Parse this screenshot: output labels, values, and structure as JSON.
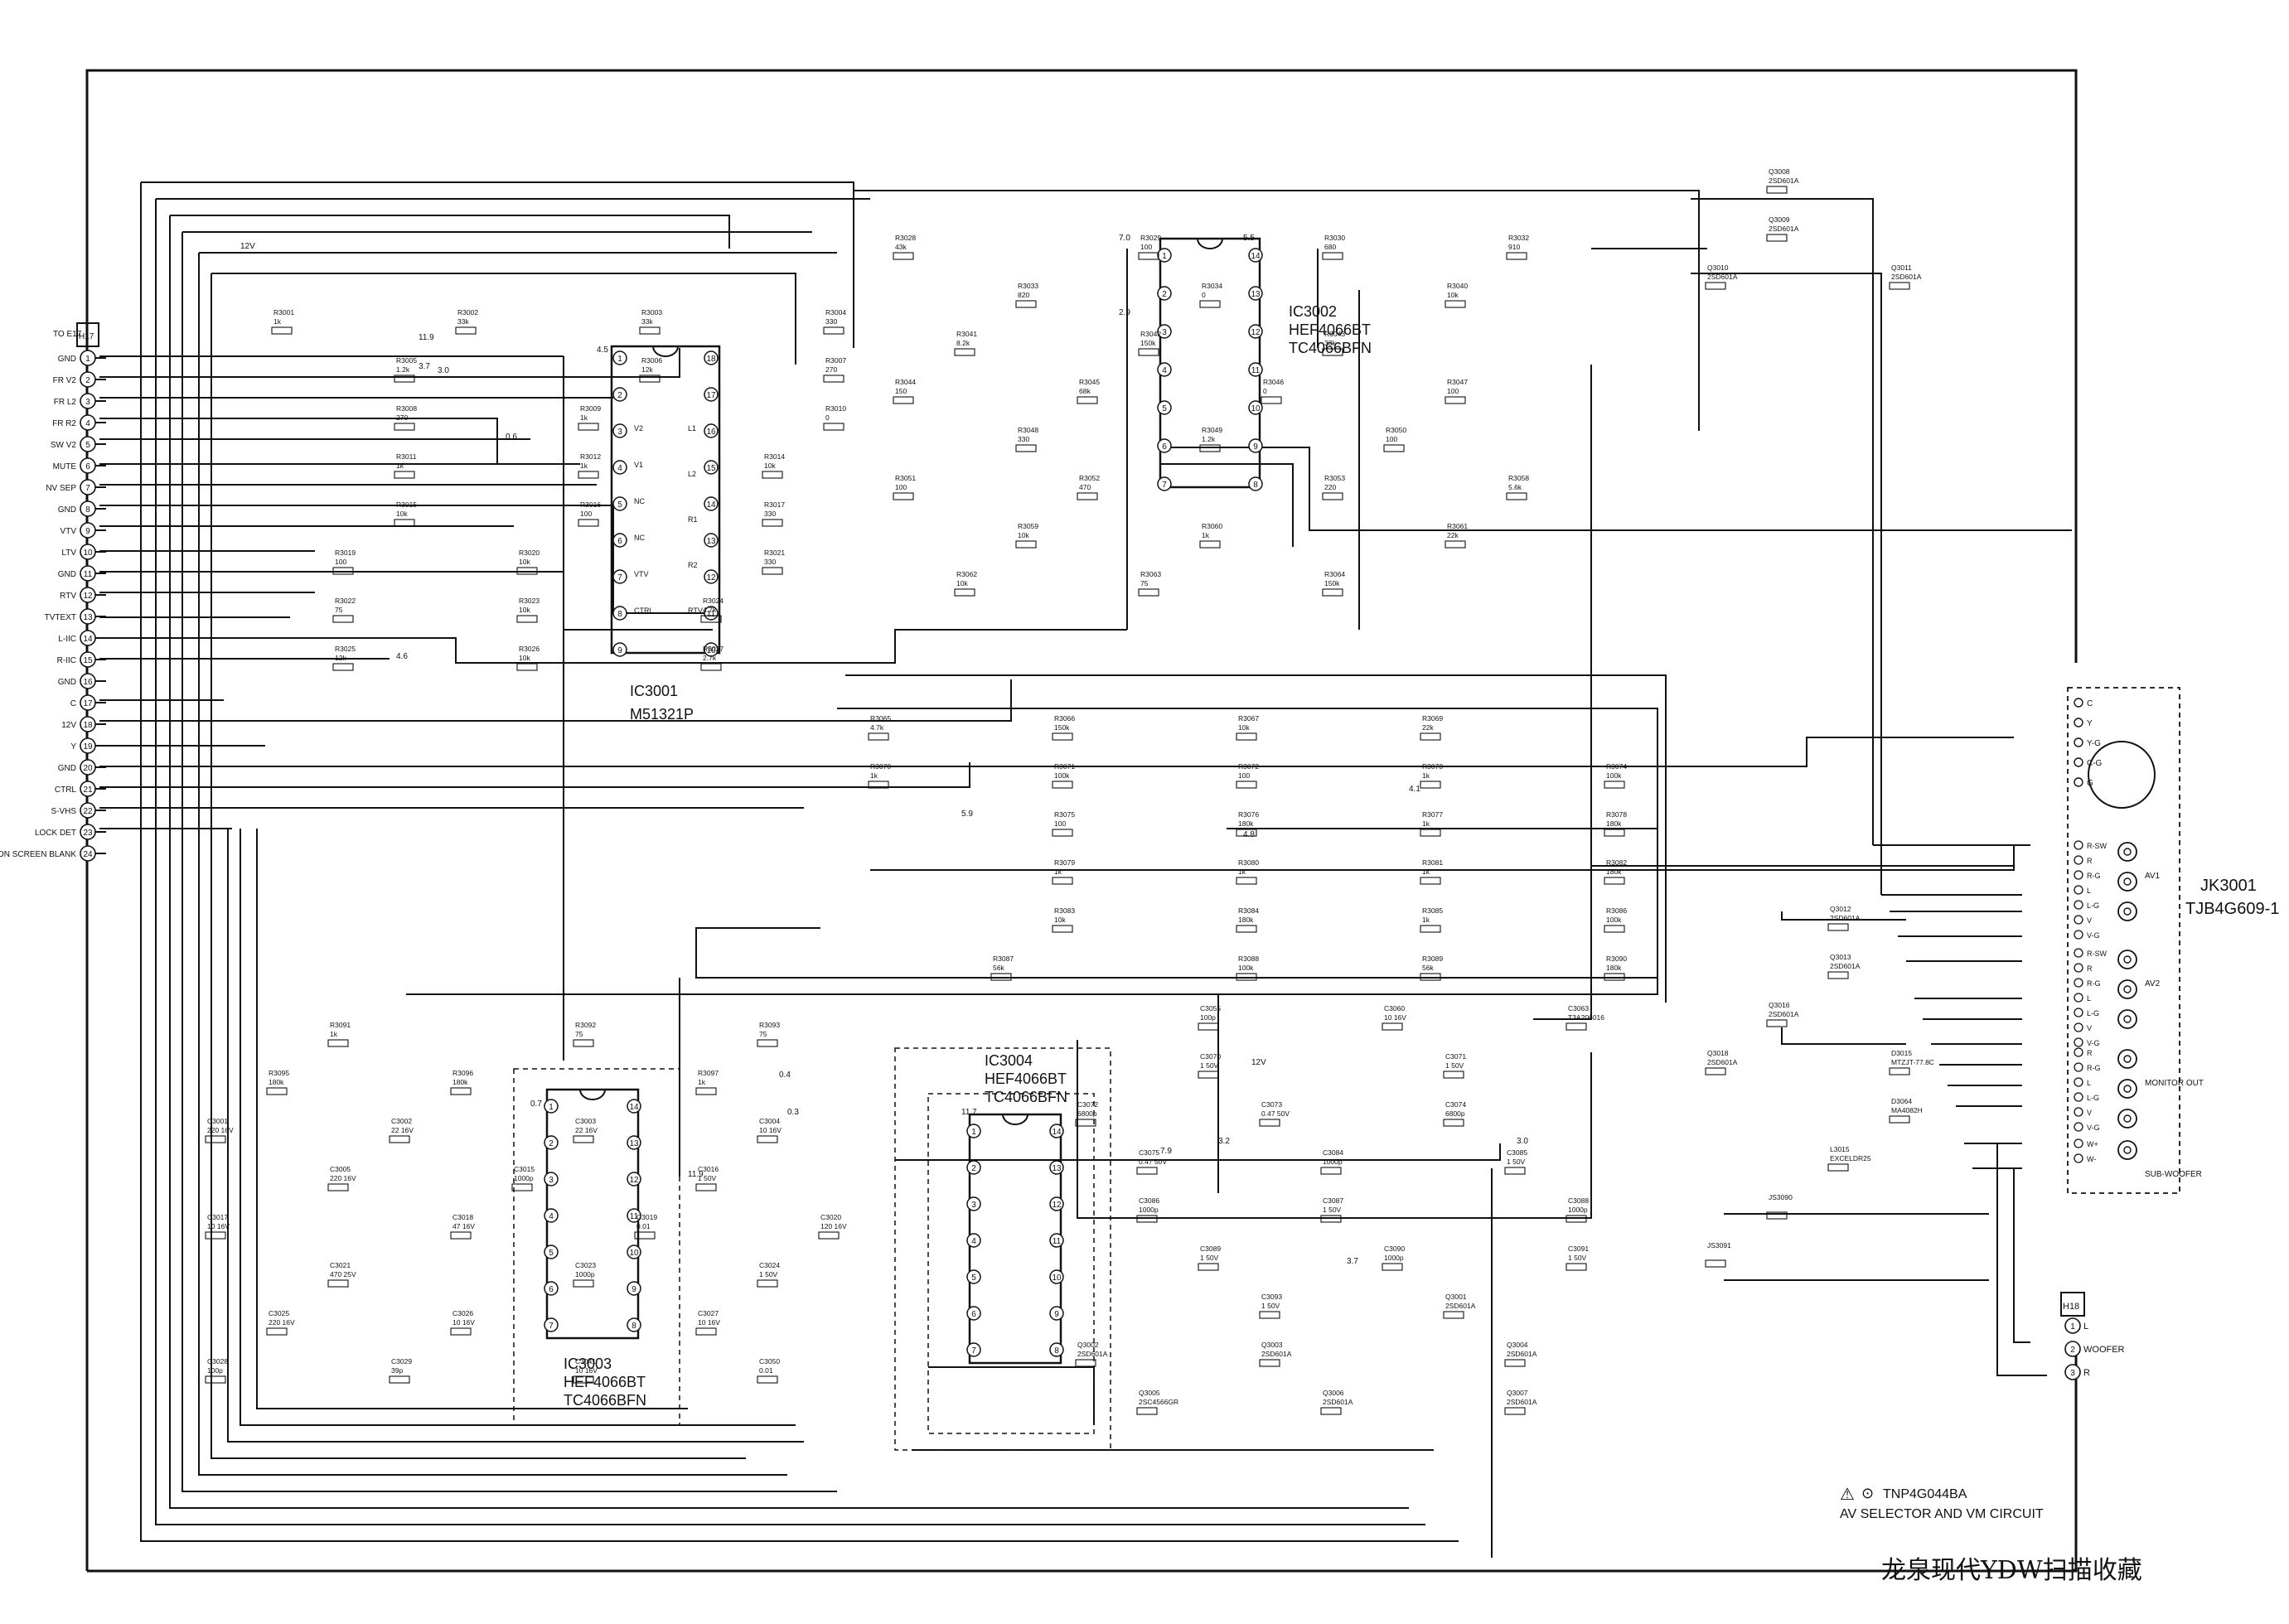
{
  "figure": {
    "title": "AV SELECTOR AND VM CIRCUIT",
    "board": "TNP4G044BA",
    "watermark": "龙泉现代YDW扫描收藏"
  },
  "connectors": {
    "h17": {
      "ref": "H17",
      "to": "TO E17",
      "pins": [
        {
          "n": "1",
          "label": "GND"
        },
        {
          "n": "2",
          "label": "FR V2"
        },
        {
          "n": "3",
          "label": "FR L2"
        },
        {
          "n": "4",
          "label": "FR R2"
        },
        {
          "n": "5",
          "label": "SW V2"
        },
        {
          "n": "6",
          "label": "MUTE"
        },
        {
          "n": "7",
          "label": "NV SEP"
        },
        {
          "n": "8",
          "label": "GND"
        },
        {
          "n": "9",
          "label": "VTV"
        },
        {
          "n": "10",
          "label": "LTV"
        },
        {
          "n": "11",
          "label": "GND"
        },
        {
          "n": "12",
          "label": "RTV"
        },
        {
          "n": "13",
          "label": "TVTEXT"
        },
        {
          "n": "14",
          "label": "L-IIC"
        },
        {
          "n": "15",
          "label": "R-IIC"
        },
        {
          "n": "16",
          "label": "GND"
        },
        {
          "n": "17",
          "label": "C"
        },
        {
          "n": "18",
          "label": "12V"
        },
        {
          "n": "19",
          "label": "Y"
        },
        {
          "n": "20",
          "label": "GND"
        },
        {
          "n": "21",
          "label": "CTRL"
        },
        {
          "n": "22",
          "label": "S-VHS"
        },
        {
          "n": "23",
          "label": "LOCK DET"
        },
        {
          "n": "24",
          "label": "ON SCREEN BLANK"
        }
      ]
    },
    "h18": {
      "ref": "H18",
      "pins": [
        {
          "n": "1",
          "label": "L"
        },
        {
          "n": "2",
          "label": "WOOFER"
        },
        {
          "n": "3",
          "label": "R"
        }
      ]
    },
    "jk3001": {
      "ref": "JK3001",
      "part": "TJB4G609-1",
      "sections": [
        {
          "name": "AV1",
          "pins": [
            "R-SW",
            "R",
            "R-G",
            "L",
            "L-G",
            "V",
            "V-G"
          ]
        },
        {
          "name": "AV2",
          "pins": [
            "R-SW",
            "R",
            "R-G",
            "L",
            "L-G",
            "V",
            "V-G"
          ]
        },
        {
          "name": "MONITOR OUT",
          "pins": [
            "R",
            "R-G",
            "L",
            "L-G",
            "V",
            "V-G"
          ]
        },
        {
          "name": "SUB-WOOFER",
          "pins": [
            "W+",
            "W-"
          ]
        }
      ],
      "svideo_pins": [
        "C",
        "Y",
        "Y-G",
        "C-G",
        "G"
      ]
    }
  },
  "ics": [
    {
      "ref": "IC3001",
      "part": "M51321P",
      "pins_left": [
        "1",
        "2",
        "3",
        "4",
        "5",
        "6",
        "7",
        "8",
        "9"
      ],
      "pins_right": [
        "18",
        "17",
        "16",
        "15",
        "14",
        "13",
        "12",
        "11",
        "10"
      ],
      "pin_labels": [
        "V2",
        "V1",
        "NC",
        "NC",
        "VTV",
        "CTRL",
        "L1",
        "L2",
        "R1",
        "R2",
        "RTV"
      ]
    },
    {
      "ref": "IC3002",
      "part": "HEF4066BT",
      "alt": "TC4066BFN",
      "pins_left": [
        "1",
        "2",
        "3",
        "4",
        "5",
        "6",
        "7"
      ],
      "pins_right": [
        "14",
        "13",
        "12",
        "11",
        "10",
        "9",
        "8"
      ]
    },
    {
      "ref": "IC3003",
      "part": "HEF4066BT",
      "alt": "TC4066BFN",
      "pins_left": [
        "1",
        "2",
        "3",
        "4",
        "5",
        "6",
        "7"
      ],
      "pins_right": [
        "14",
        "13",
        "12",
        "11",
        "10",
        "9",
        "8"
      ]
    },
    {
      "ref": "IC3004",
      "part": "HEF4066BT",
      "alt": "TC4066BFN",
      "pins_left": [
        "1",
        "2",
        "3",
        "4",
        "5",
        "6",
        "7"
      ],
      "pins_right": [
        "14",
        "13",
        "12",
        "11",
        "10",
        "9",
        "8"
      ]
    }
  ],
  "transistors": [
    {
      "ref": "Q3001",
      "part": "2SD601A"
    },
    {
      "ref": "Q3002",
      "part": "2SD601A"
    },
    {
      "ref": "Q3003",
      "part": "2SD601A"
    },
    {
      "ref": "Q3004",
      "part": "2SD601A"
    },
    {
      "ref": "Q3005",
      "part": "2SC4566GR"
    },
    {
      "ref": "Q3006",
      "part": "2SD601A"
    },
    {
      "ref": "Q3007",
      "part": "2SD601A"
    },
    {
      "ref": "Q3008",
      "part": "2SD601A"
    },
    {
      "ref": "Q3009",
      "part": "2SD601A"
    },
    {
      "ref": "Q3010",
      "part": "2SD601A"
    },
    {
      "ref": "Q3011",
      "part": "2SD601A"
    },
    {
      "ref": "Q3012",
      "part": "2SD601A"
    },
    {
      "ref": "Q3013",
      "part": "2SD601A"
    },
    {
      "ref": "Q3016",
      "part": "2SD601A"
    },
    {
      "ref": "Q3018",
      "part": "2SD601A"
    }
  ],
  "diodes": [
    {
      "ref": "D3015",
      "part": "MTZJT-77.8C"
    },
    {
      "ref": "D3064",
      "part": "MA4082H"
    }
  ],
  "inductors": [
    {
      "ref": "L3015",
      "part": "EXCELDR25"
    }
  ],
  "jumpers": [
    "JS3090",
    "JS3091"
  ],
  "resistors": [
    {
      "ref": "R3001",
      "value": "1k"
    },
    {
      "ref": "R3002",
      "value": "33k"
    },
    {
      "ref": "R3003",
      "value": "33k"
    },
    {
      "ref": "R3004",
      "value": "330"
    },
    {
      "ref": "R3005",
      "value": "1.2k"
    },
    {
      "ref": "R3006",
      "value": "12k"
    },
    {
      "ref": "R3007",
      "value": "270"
    },
    {
      "ref": "R3008",
      "value": "270"
    },
    {
      "ref": "R3009",
      "value": "1k"
    },
    {
      "ref": "R3010",
      "value": "0"
    },
    {
      "ref": "R3011",
      "value": "1k"
    },
    {
      "ref": "R3012",
      "value": "1k"
    },
    {
      "ref": "R3014",
      "value": "10k"
    },
    {
      "ref": "R3015",
      "value": "10k"
    },
    {
      "ref": "R3016",
      "value": "100"
    },
    {
      "ref": "R3017",
      "value": "330"
    },
    {
      "ref": "R3019",
      "value": "100"
    },
    {
      "ref": "R3020",
      "value": "10k"
    },
    {
      "ref": "R3021",
      "value": "330"
    },
    {
      "ref": "R3022",
      "value": "75"
    },
    {
      "ref": "R3023",
      "value": "10k"
    },
    {
      "ref": "R3024",
      "value": "4.7k"
    },
    {
      "ref": "R3025",
      "value": "12k"
    },
    {
      "ref": "R3026",
      "value": "10k"
    },
    {
      "ref": "R3027",
      "value": "2.7k"
    },
    {
      "ref": "R3028",
      "value": "43k"
    },
    {
      "ref": "R3029",
      "value": "100"
    },
    {
      "ref": "R3030",
      "value": "680"
    },
    {
      "ref": "R3032",
      "value": "910"
    },
    {
      "ref": "R3033",
      "value": "820"
    },
    {
      "ref": "R3034",
      "value": "0"
    },
    {
      "ref": "R3040",
      "value": "10k"
    },
    {
      "ref": "R3041",
      "value": "8.2k"
    },
    {
      "ref": "R3042",
      "value": "150k"
    },
    {
      "ref": "R3043",
      "value": "33k"
    },
    {
      "ref": "R3044",
      "value": "150"
    },
    {
      "ref": "R3045",
      "value": "68k"
    },
    {
      "ref": "R3046",
      "value": "0"
    },
    {
      "ref": "R3047",
      "value": "100"
    },
    {
      "ref": "R3048",
      "value": "330"
    },
    {
      "ref": "R3049",
      "value": "1.2k"
    },
    {
      "ref": "R3050",
      "value": "100"
    },
    {
      "ref": "R3051",
      "value": "100"
    },
    {
      "ref": "R3052",
      "value": "470"
    },
    {
      "ref": "R3053",
      "value": "220"
    },
    {
      "ref": "R3058",
      "value": "5.6k"
    },
    {
      "ref": "R3059",
      "value": "10k"
    },
    {
      "ref": "R3060",
      "value": "1k"
    },
    {
      "ref": "R3061",
      "value": "22k"
    },
    {
      "ref": "R3062",
      "value": "10k"
    },
    {
      "ref": "R3063",
      "value": "75"
    },
    {
      "ref": "R3064",
      "value": "150k"
    },
    {
      "ref": "R3065",
      "value": "4.7k"
    },
    {
      "ref": "R3066",
      "value": "150k"
    },
    {
      "ref": "R3067",
      "value": "10k"
    },
    {
      "ref": "R3069",
      "value": "22k"
    },
    {
      "ref": "R3070",
      "value": "1k"
    },
    {
      "ref": "R3071",
      "value": "100k"
    },
    {
      "ref": "R3072",
      "value": "100"
    },
    {
      "ref": "R3073",
      "value": "1k"
    },
    {
      "ref": "R3074",
      "value": "100k"
    },
    {
      "ref": "R3075",
      "value": "100"
    },
    {
      "ref": "R3076",
      "value": "180k"
    },
    {
      "ref": "R3077",
      "value": "1k"
    },
    {
      "ref": "R3078",
      "value": "180k"
    },
    {
      "ref": "R3079",
      "value": "1k"
    },
    {
      "ref": "R3080",
      "value": "1k"
    },
    {
      "ref": "R3081",
      "value": "1k"
    },
    {
      "ref": "R3082",
      "value": "180k"
    },
    {
      "ref": "R3083",
      "value": "10k"
    },
    {
      "ref": "R3084",
      "value": "180k"
    },
    {
      "ref": "R3085",
      "value": "1k"
    },
    {
      "ref": "R3086",
      "value": "100k"
    },
    {
      "ref": "R3087",
      "value": "56k"
    },
    {
      "ref": "R3088",
      "value": "100k"
    },
    {
      "ref": "R3089",
      "value": "56k"
    },
    {
      "ref": "R3090",
      "value": "180k"
    },
    {
      "ref": "R3091",
      "value": "1k"
    },
    {
      "ref": "R3092",
      "value": "75"
    },
    {
      "ref": "R3093",
      "value": "75"
    },
    {
      "ref": "R3095",
      "value": "180k"
    },
    {
      "ref": "R3096",
      "value": "180k"
    },
    {
      "ref": "R3097",
      "value": "1k"
    }
  ],
  "capacitors": [
    {
      "ref": "C3001",
      "value": "220",
      "voltage": "16V"
    },
    {
      "ref": "C3002",
      "value": "22",
      "voltage": "16V"
    },
    {
      "ref": "C3003",
      "value": "22",
      "voltage": "16V"
    },
    {
      "ref": "C3004",
      "value": "10",
      "voltage": "16V"
    },
    {
      "ref": "C3005",
      "value": "220",
      "voltage": "16V"
    },
    {
      "ref": "C3015",
      "value": "1000p",
      "voltage": ""
    },
    {
      "ref": "C3016",
      "value": "1",
      "voltage": "50V"
    },
    {
      "ref": "C3017",
      "value": "10",
      "voltage": "16V"
    },
    {
      "ref": "C3018",
      "value": "47",
      "voltage": "16V"
    },
    {
      "ref": "C3019",
      "value": "0.01",
      "voltage": ""
    },
    {
      "ref": "C3020",
      "value": "120",
      "voltage": "16V"
    },
    {
      "ref": "C3021",
      "value": "470",
      "voltage": "25V"
    },
    {
      "ref": "C3023",
      "value": "1000p",
      "voltage": ""
    },
    {
      "ref": "C3024",
      "value": "1",
      "voltage": "50V"
    },
    {
      "ref": "C3025",
      "value": "220",
      "voltage": "16V"
    },
    {
      "ref": "C3026",
      "value": "10",
      "voltage": "16V"
    },
    {
      "ref": "C3027",
      "value": "10",
      "voltage": "16V"
    },
    {
      "ref": "C3028",
      "value": "100p",
      "voltage": ""
    },
    {
      "ref": "C3029",
      "value": "39p",
      "voltage": ""
    },
    {
      "ref": "C3041",
      "value": "10",
      "voltage": "16V"
    },
    {
      "ref": "C3050",
      "value": "0.01",
      "voltage": ""
    },
    {
      "ref": "C3055",
      "value": "100p",
      "voltage": ""
    },
    {
      "ref": "C3060",
      "value": "10",
      "voltage": "16V"
    },
    {
      "ref": "C3063",
      "value": "T3A206016",
      "voltage": ""
    },
    {
      "ref": "C3070",
      "value": "1",
      "voltage": "50V"
    },
    {
      "ref": "C3071",
      "value": "1",
      "voltage": "50V"
    },
    {
      "ref": "C3072",
      "value": "6800p",
      "voltage": ""
    },
    {
      "ref": "C3073",
      "value": "0.47",
      "voltage": "50V"
    },
    {
      "ref": "C3074",
      "value": "6800p",
      "voltage": ""
    },
    {
      "ref": "C3075",
      "value": "0.47",
      "voltage": "50V"
    },
    {
      "ref": "C3084",
      "value": "1000p",
      "voltage": ""
    },
    {
      "ref": "C3085",
      "value": "1",
      "voltage": "50V"
    },
    {
      "ref": "C3086",
      "value": "1000p",
      "voltage": ""
    },
    {
      "ref": "C3087",
      "value": "1",
      "voltage": "50V"
    },
    {
      "ref": "C3088",
      "value": "1000p",
      "voltage": ""
    },
    {
      "ref": "C3089",
      "value": "1",
      "voltage": "50V"
    },
    {
      "ref": "C3090",
      "value": "1000p",
      "voltage": ""
    },
    {
      "ref": "C3091",
      "value": "1",
      "voltage": "50V"
    },
    {
      "ref": "C3093",
      "value": "1",
      "voltage": "50V"
    }
  ],
  "voltages": [
    "12V",
    "11.9",
    "3.7",
    "3.0",
    "0.6",
    "4.5",
    "7.0",
    "2.9",
    "5.5",
    "4.6",
    "5.9",
    "4.8",
    "4.1",
    "0.4",
    "0.3",
    "11.7",
    "7.9",
    "3.2",
    "0.7"
  ]
}
